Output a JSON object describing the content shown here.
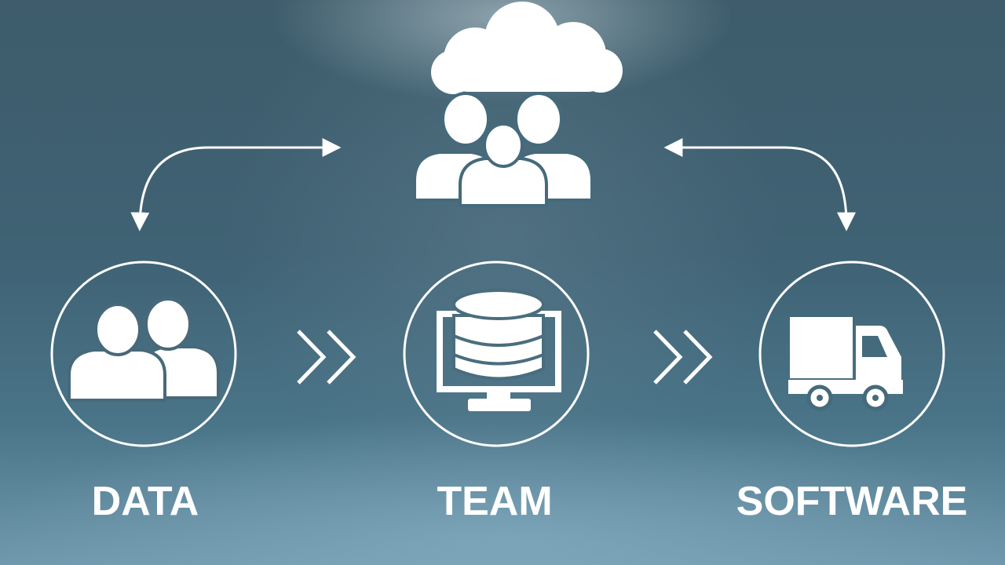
{
  "nodes": [
    {
      "id": "data",
      "label": "DATA",
      "icon": "people-pair-icon"
    },
    {
      "id": "team",
      "label": "TEAM",
      "icon": "database-monitor-icon"
    },
    {
      "id": "software",
      "label": "SOFTWARE",
      "icon": "delivery-truck-icon"
    }
  ],
  "top": {
    "cloud_icon": "cloud-icon",
    "group_icon": "people-group-icon"
  },
  "colors": {
    "stroke": "#ffffff",
    "fill": "#ffffff"
  }
}
